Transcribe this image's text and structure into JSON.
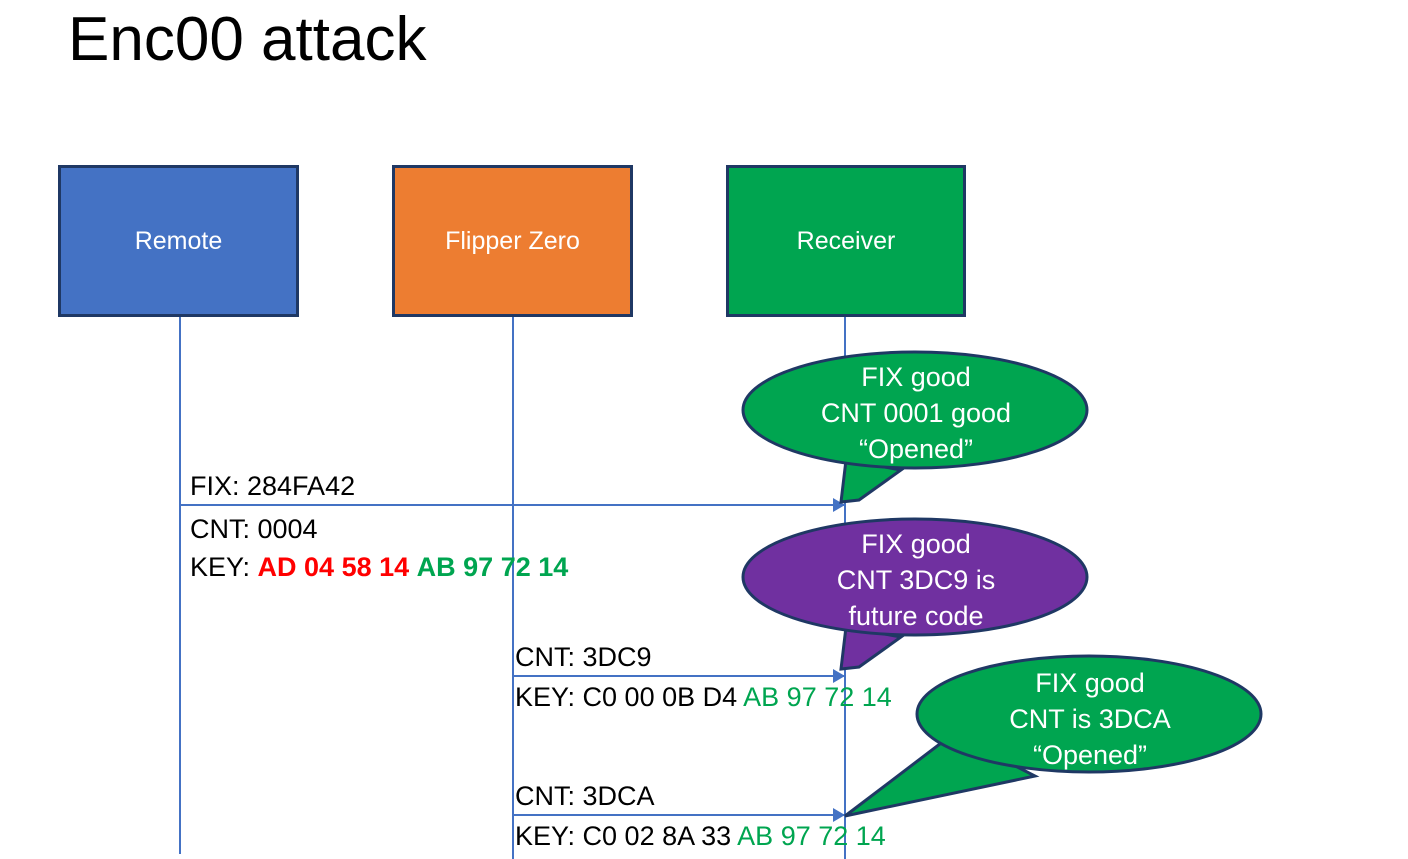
{
  "slide": {
    "title": "Enc00 attack"
  },
  "actors": [
    {
      "id": "remote",
      "label": "Remote",
      "color": "#4472C4"
    },
    {
      "id": "flipper",
      "label": "Flipper Zero",
      "color": "#ED7D31"
    },
    {
      "id": "receiver",
      "label": "Receiver",
      "color": "#00A550"
    }
  ],
  "messages": [
    {
      "id": "msg1",
      "from": "remote",
      "to": "receiver",
      "lines": [
        {
          "id": "fix",
          "label": "FIX: 284FA42"
        },
        {
          "id": "cnt",
          "label": "CNT: 0004"
        },
        {
          "id": "key",
          "prefix": "KEY: ",
          "red": "AD 04 58 14",
          "green": "AB 97 72 14"
        }
      ]
    },
    {
      "id": "msg2",
      "from": "flipper",
      "to": "receiver",
      "lines": [
        {
          "id": "cnt",
          "label": "CNT: 3DC9"
        },
        {
          "id": "key",
          "prefix": "KEY: C0 00 0B D4 ",
          "green": "AB 97 72 14"
        }
      ]
    },
    {
      "id": "msg3",
      "from": "flipper",
      "to": "receiver",
      "lines": [
        {
          "id": "cnt",
          "label": "CNT: 3DCA"
        },
        {
          "id": "key",
          "prefix": "KEY: C0 02 8A 33 ",
          "green": "AB 97 72 14"
        }
      ]
    }
  ],
  "callouts": [
    {
      "id": "callout1",
      "color": "#00A550",
      "line1": "FIX good",
      "line2": "CNT 0001 good",
      "line3": "“Opened”"
    },
    {
      "id": "callout2",
      "color": "#7030A0",
      "line1": "FIX good",
      "line2": "CNT 3DC9 is",
      "line3": "future code"
    },
    {
      "id": "callout3",
      "color": "#00A550",
      "line1": "FIX good",
      "line2": "CNT is 3DCA",
      "line3": "“Opened”"
    }
  ],
  "colors": {
    "blue": "#4472C4",
    "orange": "#ED7D31",
    "green": "#00A550",
    "purple": "#7030A0",
    "red": "#FF0000",
    "outline": "#1F3864"
  }
}
